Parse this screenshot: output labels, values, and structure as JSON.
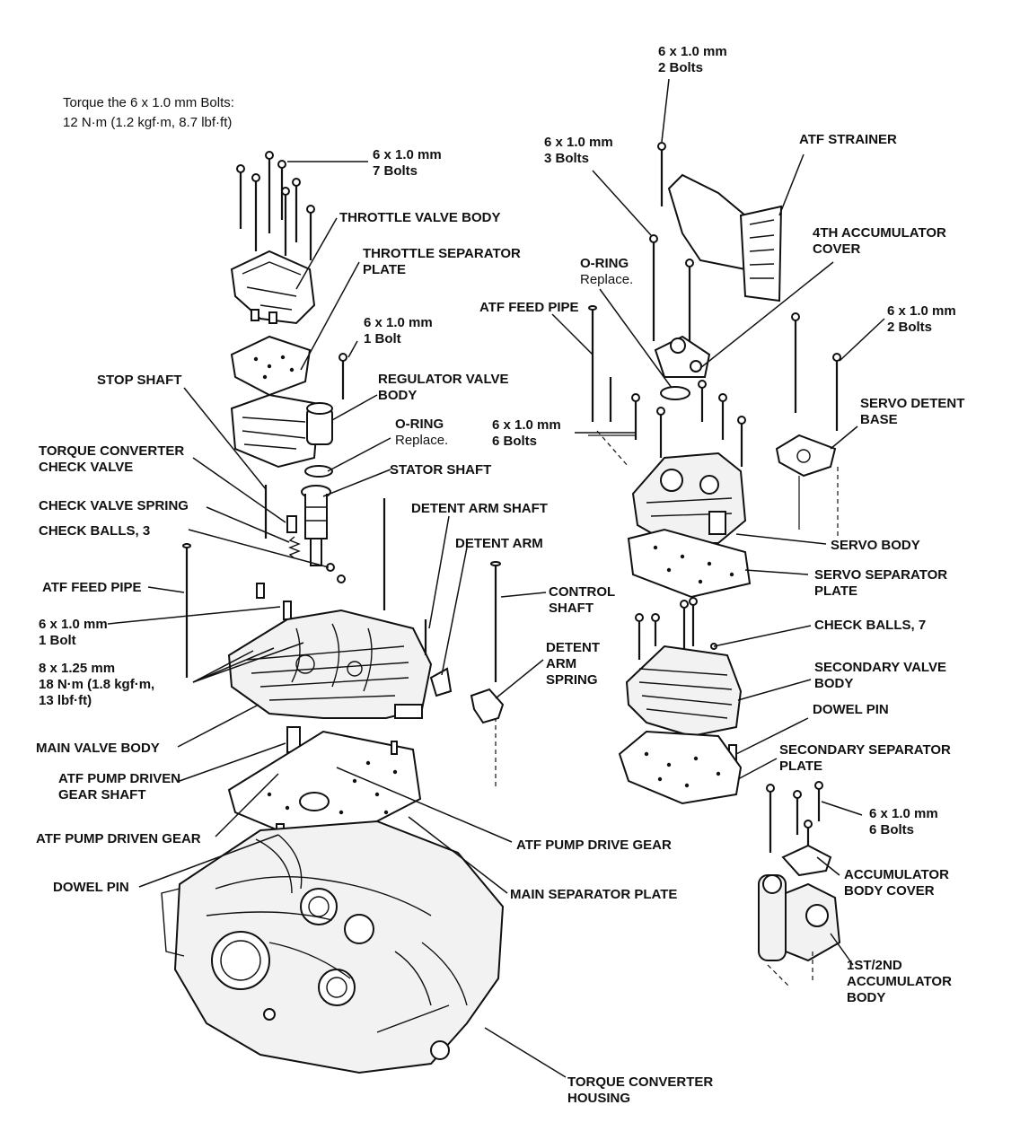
{
  "torque_note": {
    "line1": "Torque the 6 x 1.0 mm Bolts:",
    "line2": "12 N·m (1.2 kgf·m, 8.7 lbf·ft)"
  },
  "labels": {
    "bolts_7": [
      "6 x 1.0 mm",
      "7 Bolts"
    ],
    "throttle_valve_body": [
      "THROTTLE VALVE BODY"
    ],
    "throttle_separator_plate": [
      "THROTTLE SEPARATOR",
      "PLATE"
    ],
    "bolt_1_upper": [
      "6 x 1.0 mm",
      "1 Bolt"
    ],
    "regulator_valve_body": [
      "REGULATOR VALVE",
      "BODY"
    ],
    "stop_shaft": [
      "STOP SHAFT"
    ],
    "oring_left": [
      "O-RING",
      "Replace."
    ],
    "stator_shaft": [
      "STATOR SHAFT"
    ],
    "torque_converter_check_valve": [
      "TORQUE CONVERTER",
      "CHECK VALVE"
    ],
    "check_valve_spring": [
      "CHECK VALVE SPRING"
    ],
    "check_balls_3": [
      "CHECK BALLS, 3"
    ],
    "detent_arm_shaft": [
      "DETENT ARM SHAFT"
    ],
    "detent_arm": [
      "DETENT ARM"
    ],
    "atf_feed_pipe_left": [
      "ATF FEED PIPE"
    ],
    "control_shaft": [
      "CONTROL",
      "SHAFT"
    ],
    "bolt_1_lower": [
      "6 x 1.0 mm",
      "1 Bolt"
    ],
    "detent_arm_spring": [
      "DETENT",
      "ARM",
      "SPRING"
    ],
    "bolts_8x125": [
      "8 x 1.25 mm",
      "18 N·m (1.8 kgf·m,",
      "13 lbf·ft)"
    ],
    "main_valve_body": [
      "MAIN VALVE BODY"
    ],
    "atf_pump_driven_gear_shaft": [
      "ATF PUMP DRIVEN",
      "GEAR SHAFT"
    ],
    "atf_pump_driven_gear": [
      "ATF PUMP DRIVEN GEAR"
    ],
    "atf_pump_drive_gear": [
      "ATF PUMP DRIVE GEAR"
    ],
    "dowel_pin_left": [
      "DOWEL PIN"
    ],
    "main_separator_plate": [
      "MAIN SEPARATOR PLATE"
    ],
    "torque_converter_housing": [
      "TORQUE CONVERTER",
      "HOUSING"
    ],
    "bolts_2_top": [
      "6 x 1.0 mm",
      "2 Bolts"
    ],
    "bolts_3": [
      "6 x 1.0 mm",
      "3 Bolts"
    ],
    "atf_strainer": [
      "ATF STRAINER"
    ],
    "accumulator_cover_4th": [
      "4TH ACCUMULATOR",
      "COVER"
    ],
    "oring_right": [
      "O-RING",
      "Replace."
    ],
    "atf_feed_pipe_right": [
      "ATF FEED PIPE"
    ],
    "bolts_2_right": [
      "6 x 1.0 mm",
      "2 Bolts"
    ],
    "servo_detent_base": [
      "SERVO DETENT",
      "BASE"
    ],
    "bolts_6_upper": [
      "6 x 1.0 mm",
      "6 Bolts"
    ],
    "servo_body": [
      "SERVO BODY"
    ],
    "servo_separator_plate": [
      "SERVO SEPARATOR",
      "PLATE"
    ],
    "check_balls_7": [
      "CHECK BALLS, 7"
    ],
    "secondary_valve_body": [
      "SECONDARY VALVE",
      "BODY"
    ],
    "dowel_pin_right": [
      "DOWEL PIN"
    ],
    "secondary_separator_plate": [
      "SECONDARY SEPARATOR",
      "PLATE"
    ],
    "bolts_6_lower": [
      "6 x 1.0 mm",
      "6 Bolts"
    ],
    "accumulator_body_cover": [
      "ACCUMULATOR",
      "BODY COVER"
    ],
    "accumulator_body_1st2nd": [
      "1ST/2ND",
      "ACCUMULATOR",
      "BODY"
    ]
  }
}
